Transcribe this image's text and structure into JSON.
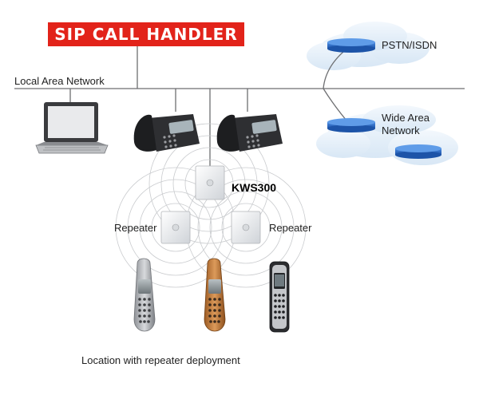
{
  "title": "SIP CALL HANDLER",
  "labels": {
    "lan": "Local Area Network",
    "pstn": "PSTN/ISDN",
    "wan_line1": "Wide Area",
    "wan_line2": "Network",
    "kws": "KWS300",
    "repeater_left": "Repeater",
    "repeater_right": "Repeater",
    "caption": "Location with repeater deployment"
  },
  "colors": {
    "title_bg": "#e2231a",
    "line": "#6d6e71",
    "cloud_blue": "#2f6fc4",
    "handset_orange": "#c8813f"
  },
  "icons": [
    "laptop-icon",
    "desk-phone-icon",
    "network-cloud-icon",
    "base-station-icon",
    "repeater-icon",
    "handset-icon"
  ]
}
